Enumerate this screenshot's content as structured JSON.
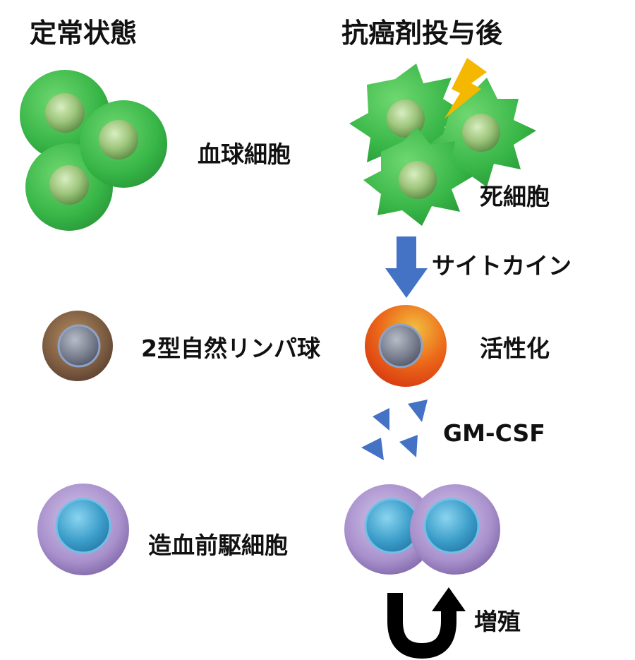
{
  "columns": {
    "steady_state": "定常状態",
    "after_anticancer_drug": "抗癌剤投与後"
  },
  "labels": {
    "blood_cells": "血球細胞",
    "dead_cells": "死細胞",
    "cytokine": "サイトカイン",
    "ilc2": "2型自然リンパ球",
    "activation": "活性化",
    "gm_csf": "GM-CSF",
    "progenitor": "造血前駆細胞",
    "proliferation": "増殖"
  },
  "colors": {
    "blood_cell": "#3cb54a",
    "ilc2_resting": "#8a6a4a",
    "ilc2_activated": "#e8501a",
    "progenitor": "#a88fc8",
    "progenitor_nucleus": "#4aa0c8",
    "arrow_blue": "#4472c4",
    "lightning": "#f5b800"
  }
}
